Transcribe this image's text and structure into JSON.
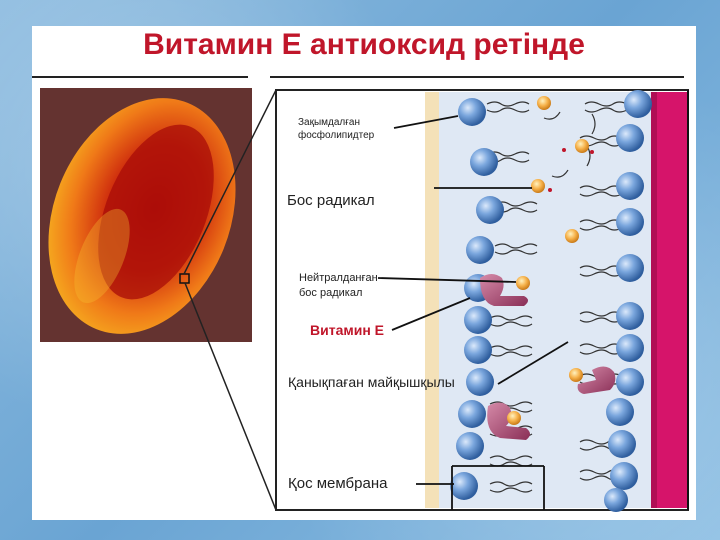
{
  "title": "Витамин Е антиоксид ретінде",
  "labels": {
    "damaged_phospholipids": "Зақымдалған фосфолипидтер",
    "free_radical": "Бос радикал",
    "neutralized_radical": "Нейтралданған бос радикал",
    "vitamin_e": "Витамин Е",
    "unsaturated_fatty_acid": "Қанықпаған майқышқылы",
    "double_membrane": "Қос мембрана"
  },
  "colors": {
    "title": "#c0162a",
    "membrane_outer": "#d6146a",
    "lipid_head": "#5d8fcf",
    "vitamin_e": "#b0507a",
    "radical": "#f2a640",
    "cell": "#d8401a"
  }
}
